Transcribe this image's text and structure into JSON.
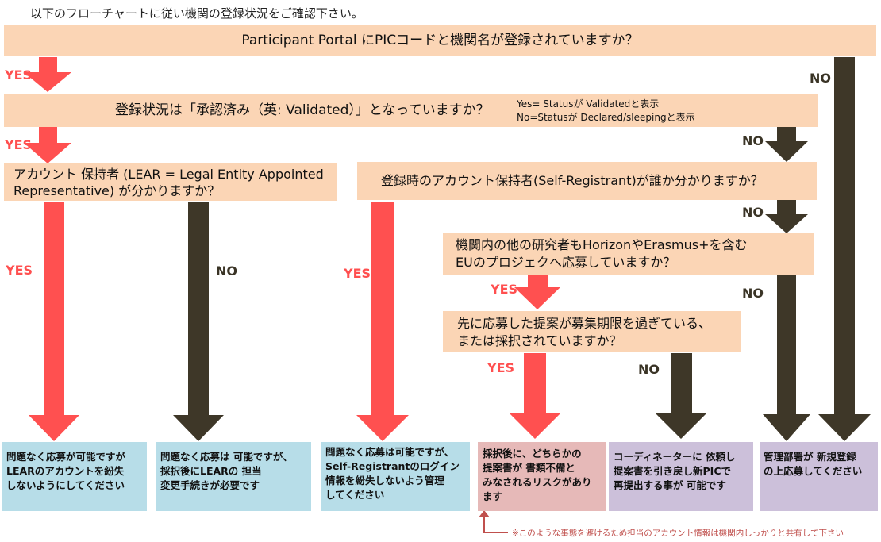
{
  "header": "以下のフローチャートに従い機関の登録状況をご確認下さい。",
  "questions": {
    "q1": "Participant Portal にPICコードと機関名が登録されていますか？",
    "q2": "登録状況は「承認済み（英: Validated）」となっていますか？",
    "q2_note_1": "Yes= Statusが Validatedと表示",
    "q2_note_2": "No=Statusが Declared/sleepingと表示",
    "q3_line1": "アカウント 保持者  (LEAR = Legal Entity Appointed",
    "q3_line2": "Representative) が分かりますか？",
    "q4": "登録時のアカウント保持者(Self-Registrant)が誰か分かりますか？",
    "q5_line1": "機関内の他の研究者もHorizonやErasmus+を含む",
    "q5_line2": "EUのプロジェクへ応募していますか？",
    "q6_line1": "先に応募した提案が募集期限を過ぎている、",
    "q6_line2": "または採択されていますか？"
  },
  "labels": {
    "yes": "YES",
    "no": "NO"
  },
  "results": {
    "r1": [
      "問題なく応募が可能ですが",
      "LEARのアカウントを紛失",
      "しないようにしてください"
    ],
    "r2": [
      "問題なく応募は 可能ですが、",
      "採択後にLEARの 担当",
      "変更手続きが必要です"
    ],
    "r3": [
      "問題なく応募は可能ですが、",
      "Self-Registrantのログイン",
      "情報を紛失しないよう管理",
      "してください"
    ],
    "r4": [
      "採択後に、どちらかの",
      "提案書が 書類不備と",
      "みなされるリスクがあり",
      "ます"
    ],
    "r5": [
      "コーディネーターに 依頼し",
      "提案書を引き戻し新PICで",
      "再提出する事が 可能です"
    ],
    "r6": [
      "管理部署が 新規登録",
      "の上応募してください"
    ]
  },
  "footnote": "※このような事態を避けるため担当のアカウント情報は機関内しっかりと共有して下さい",
  "colors": {
    "question_bg": "#fbd5b5",
    "yes_arrow": "#ff5050",
    "no_arrow": "#3e3728",
    "result_blue": "#b7dde8",
    "result_pink": "#e6b9b8",
    "result_lavender": "#ccc0da",
    "footnote": "#c0504d"
  }
}
